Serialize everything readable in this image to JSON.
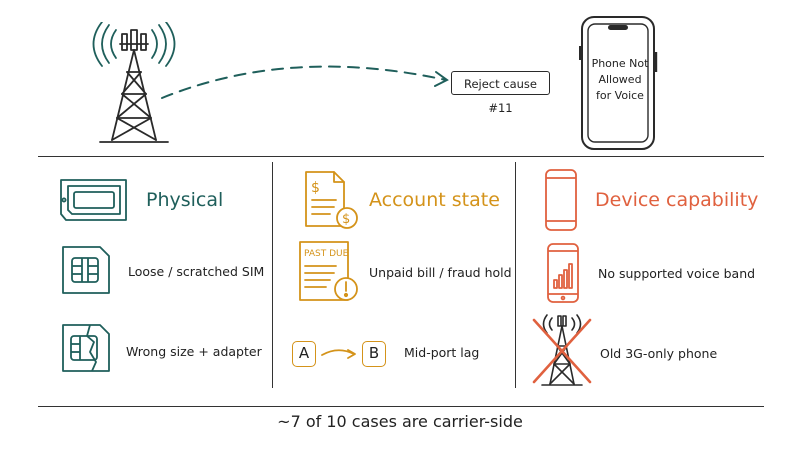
{
  "top": {
    "reject_label": "Reject cause #11",
    "phone_screen_lines": [
      "Phone Not",
      "Allowed",
      "for Voice"
    ]
  },
  "columns": [
    {
      "heading": "Physical",
      "color": "#1f5f5b",
      "items": [
        "Loose / scratched SIM",
        "Wrong size + adapter"
      ],
      "icons": [
        "sim-tray-icon",
        "sim-card-icon",
        "cut-sim-card-icon"
      ]
    },
    {
      "heading": "Account state",
      "color": "#d4931a",
      "items": [
        "Unpaid bill / fraud hold",
        "Mid-port lag"
      ],
      "past_due_label": "PAST DUE",
      "port_from": "A",
      "port_to": "B",
      "icons": [
        "bill-document-icon",
        "past-due-notice-icon",
        "port-transfer-icon"
      ]
    },
    {
      "heading": "Device capability",
      "color": "#e0613f",
      "items": [
        "No supported voice band",
        "Old 3G-only phone"
      ],
      "icons": [
        "smartphone-icon",
        "phone-signal-bars-icon",
        "crossed-out-tower-icon"
      ]
    }
  ],
  "footer": "~7 of 10 cases are carrier-side"
}
